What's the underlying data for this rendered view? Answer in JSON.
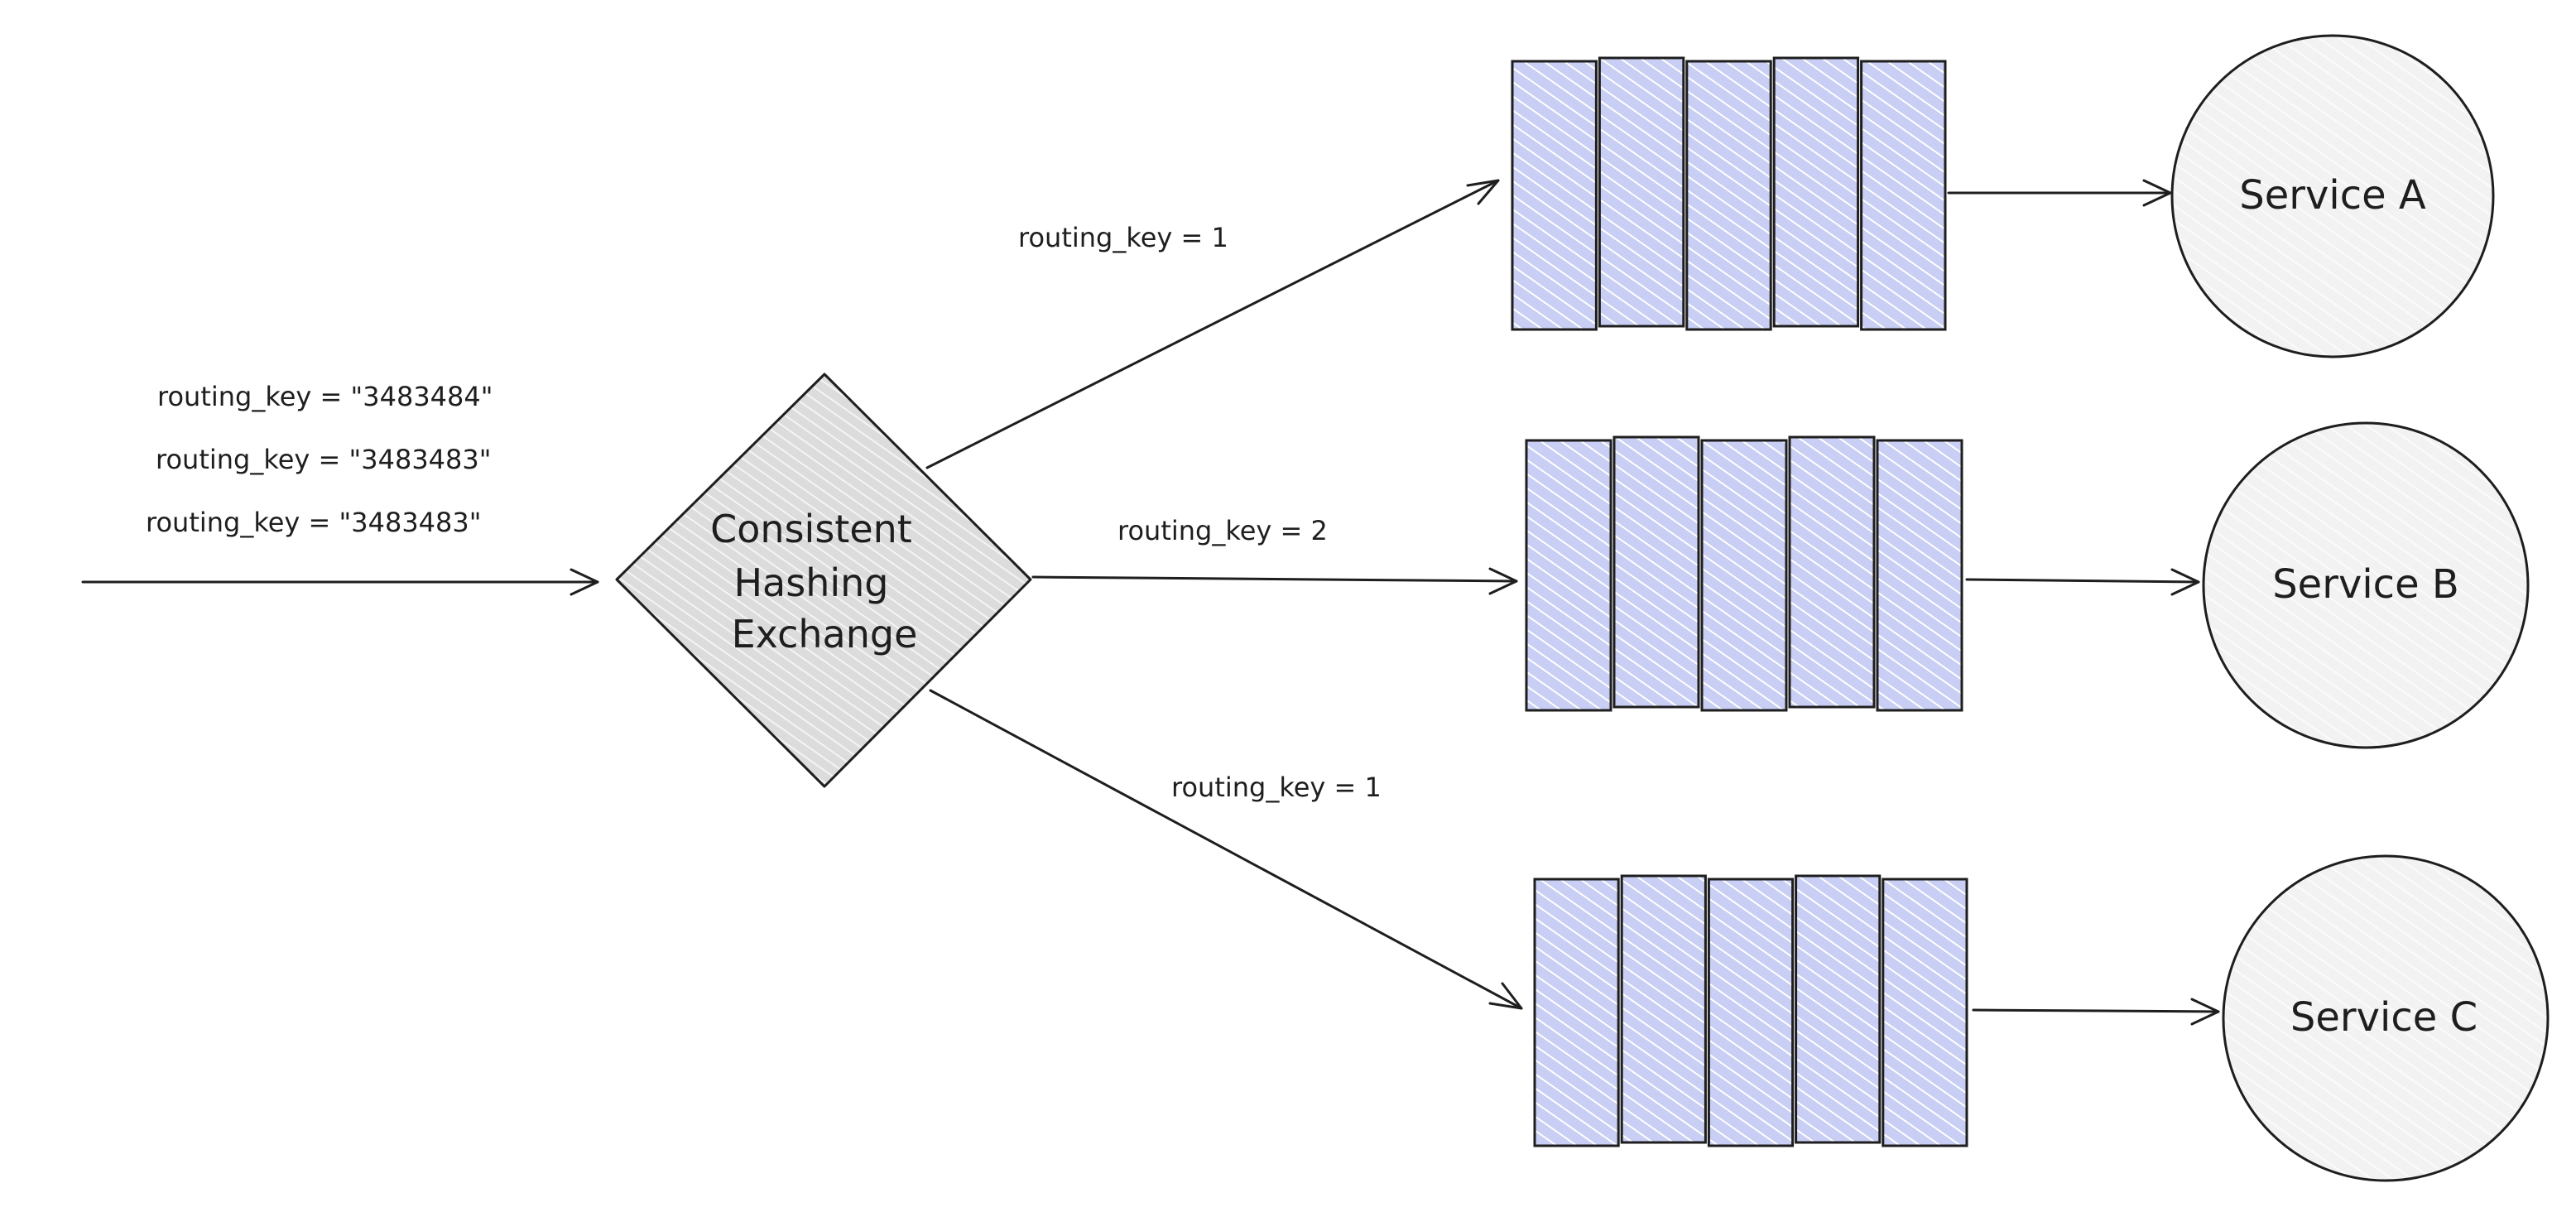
{
  "input": {
    "keys": [
      "routing_key = \"3483484\"",
      "routing_key = \"3483483\"",
      "routing_key = \"3483483\""
    ]
  },
  "exchange": {
    "lines": [
      "Consistent",
      "Hashing",
      "Exchange"
    ]
  },
  "routes": [
    {
      "label": "routing_key = 1"
    },
    {
      "label": "routing_key = 2"
    },
    {
      "label": "routing_key = 1"
    }
  ],
  "queues": [
    {
      "slots": 5
    },
    {
      "slots": 5
    },
    {
      "slots": 5
    }
  ],
  "services": [
    {
      "label": "Service A"
    },
    {
      "label": "Service B"
    },
    {
      "label": "Service C"
    }
  ],
  "colors": {
    "queue_fill": "#c5cbf3",
    "queue_hatch": "#a9b2ea",
    "exchange_fill": "#e4e4e4",
    "service_fill": "#f5f5f5",
    "stroke": "#1e1e1e"
  }
}
